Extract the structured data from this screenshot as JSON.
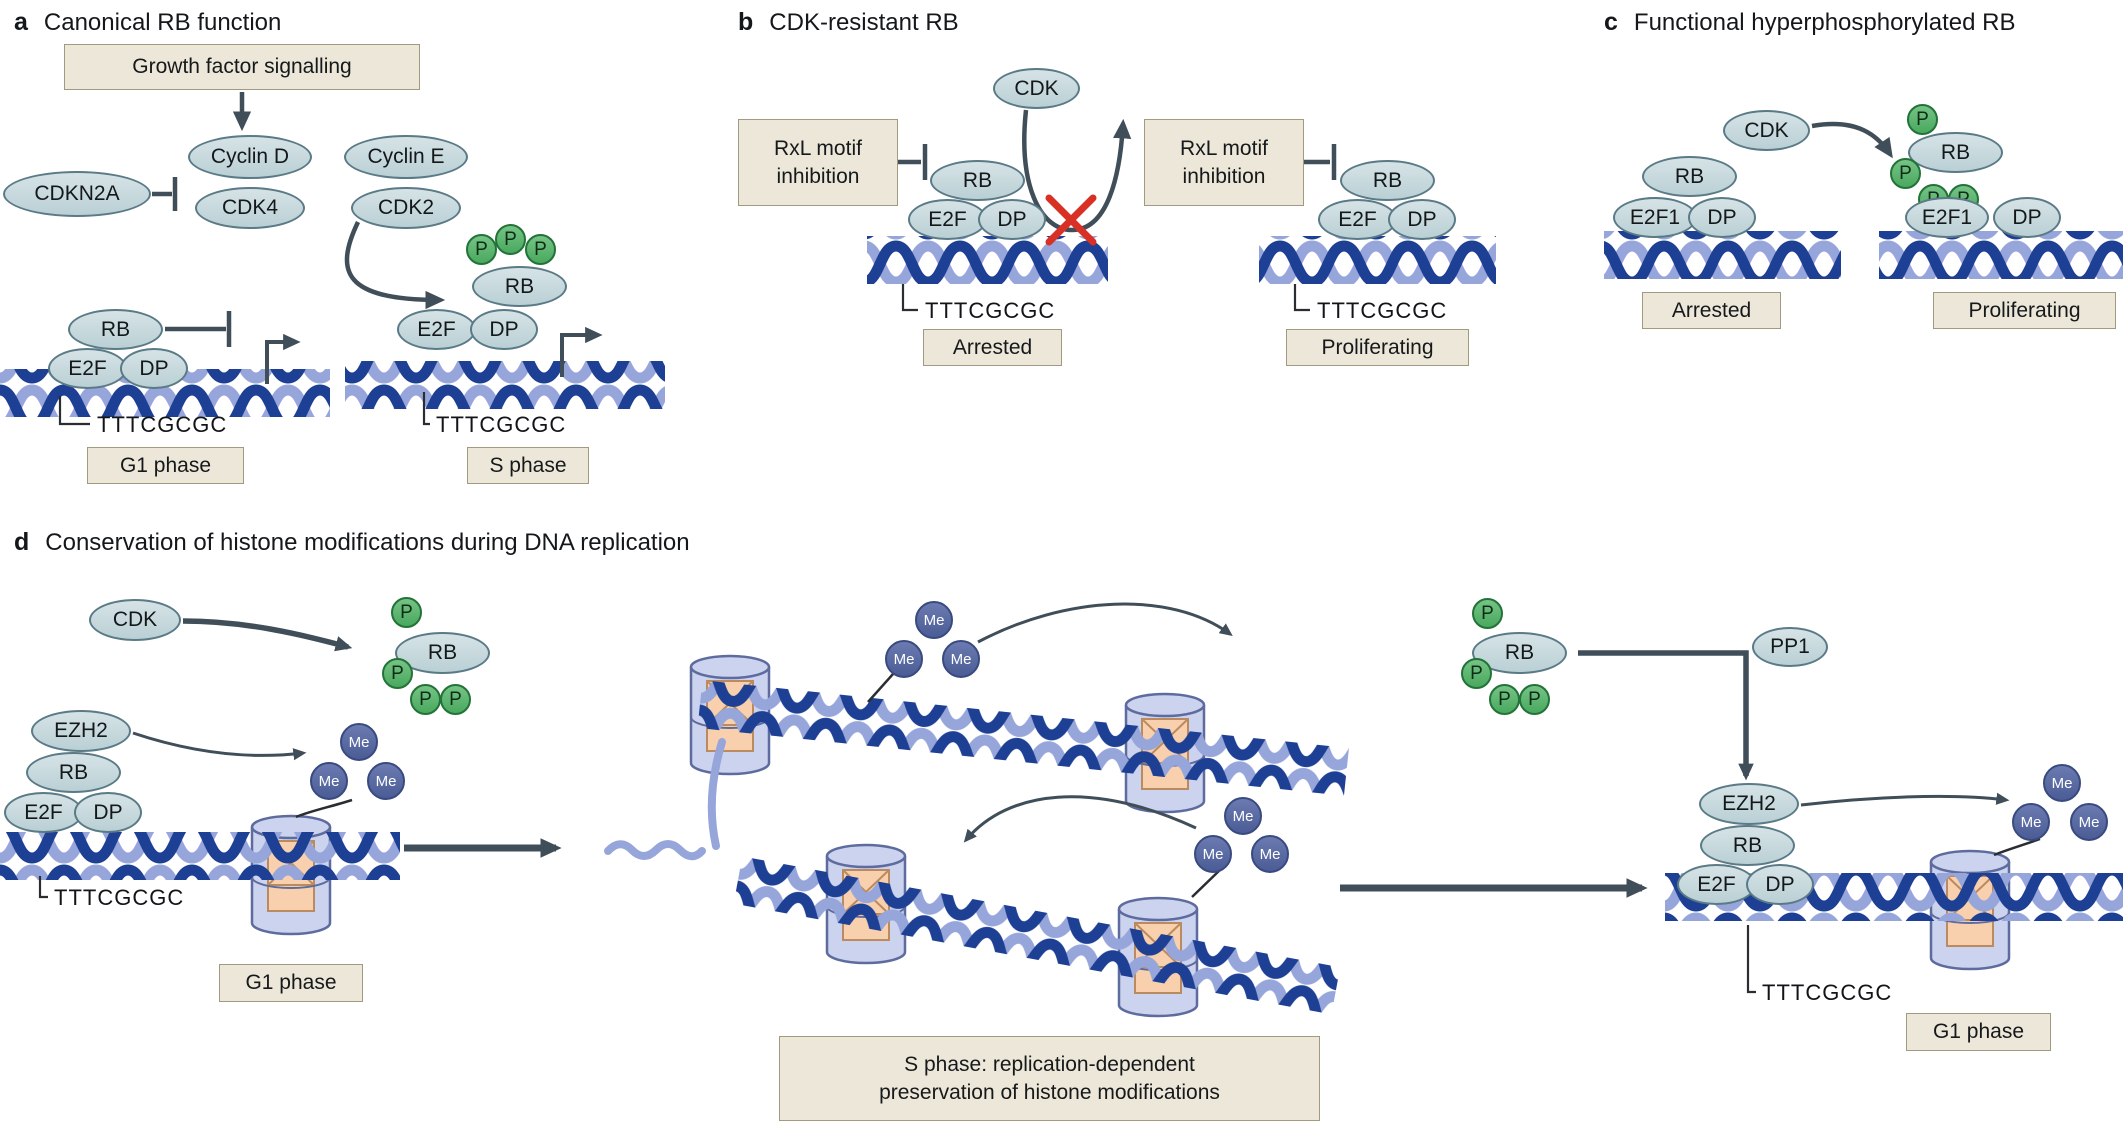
{
  "figure": {
    "panels": [
      {
        "letter": "a",
        "title": "Canonical RB function"
      },
      {
        "letter": "b",
        "title": "CDK-resistant RB"
      },
      {
        "letter": "c",
        "title": "Functional hyperphosphorylated RB"
      },
      {
        "letter": "d",
        "title": "Conservation of histone modifications during DNA replication"
      }
    ]
  },
  "labels": {
    "growth_factor": "Growth factor signalling",
    "cdkn2a": "CDKN2A",
    "cyclin_d": "Cyclin D",
    "cdk4": "CDK4",
    "cyclin_e": "Cyclin E",
    "cdk2": "CDK2",
    "cdk": "CDK",
    "rb": "RB",
    "e2f": "E2F",
    "e2f1": "E2F1",
    "dp": "DP",
    "p": "P",
    "me": "Me",
    "ezh2": "EZH2",
    "pp1": "PP1",
    "rxl_line1": "RxL motif",
    "rxl_line2": "inhibition",
    "dna_sequence": "TTTCGCGC",
    "g1_phase": "G1 phase",
    "s_phase": "S phase",
    "arrested": "Arrested",
    "proliferating": "Proliferating",
    "s_phase_box_line1": "S phase: replication-dependent",
    "s_phase_box_line2": "preservation of histone modifications"
  },
  "colors": {
    "protein_fill": "#c6d7db",
    "protein_border": "#597a86",
    "phospho_fill": "#58b86c",
    "phospho_border": "#227338",
    "methyl_fill": "#5a6ba1",
    "methyl_border": "#394a80",
    "label_box_fill": "#ece7d8",
    "label_box_border": "#a19a81",
    "dna_dark": "#1d3f94",
    "dna_light": "#97a6da",
    "nucleosome_fill": "#ccd3ee",
    "nucleosome_core": "#f9d0ad",
    "arrow": "#3f4e58",
    "inhibit_cross": "#d93025"
  }
}
